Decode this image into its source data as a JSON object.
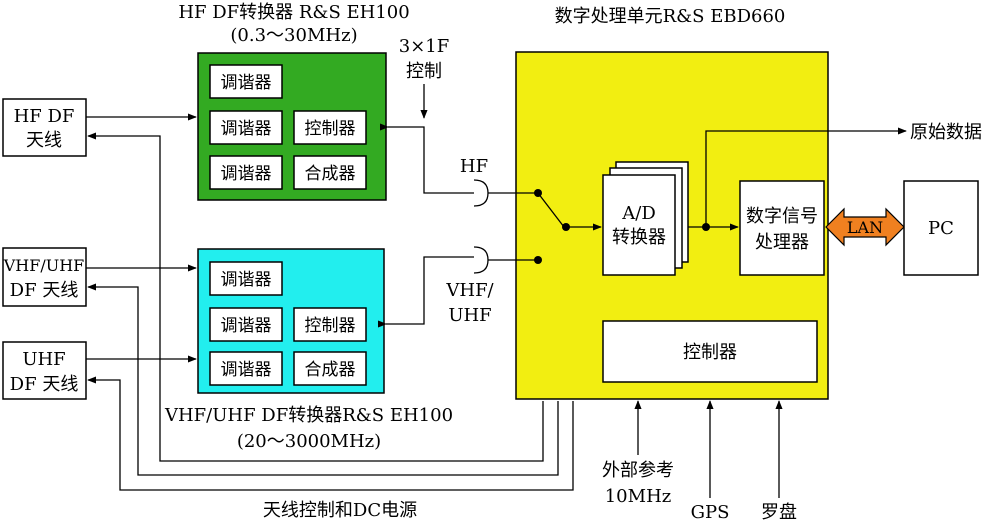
{
  "colors": {
    "hf_converter": "#33aa22",
    "vhf_converter": "#22eeee",
    "dsp_unit": "#f2ee11",
    "lan_arrow": "#f08020",
    "module_fill": "#ffffff"
  },
  "hf_converter": {
    "title": "HF DF转换器 R&S EH100",
    "range": "(0.3～30MHz)",
    "modules": [
      "调谐器",
      "调谐器",
      "控制器",
      "调谐器",
      "合成器"
    ]
  },
  "vhf_converter": {
    "title": "VHF/UHF DF转换器R&S EH100",
    "range": "(20～3000MHz)",
    "modules": [
      "调谐器",
      "调谐器",
      "控制器",
      "调谐器",
      "合成器"
    ]
  },
  "antennas": {
    "hf": [
      "HF DF",
      "天线"
    ],
    "vhf": [
      "VHF/UHF",
      "DF 天线"
    ],
    "uhf": [
      "UHF",
      "DF 天线"
    ]
  },
  "control_note": [
    "3×1F",
    "控制"
  ],
  "ports": {
    "hf": "HF",
    "vhf": [
      "VHF/",
      "UHF"
    ]
  },
  "dsp_unit": {
    "title": "数字处理单元R&S EBD660",
    "adc": [
      "A/D",
      "转换器"
    ],
    "dsp": [
      "数字信号",
      "处理器"
    ],
    "controller": "控制器"
  },
  "outputs": {
    "raw_data": "原始数据",
    "lan": "LAN",
    "pc": "PC"
  },
  "inputs": {
    "ext_ref": [
      "外部参考",
      "10MHz"
    ],
    "gps": "GPS",
    "compass": "罗盘"
  },
  "bottom_label": "天线控制和DC电源"
}
